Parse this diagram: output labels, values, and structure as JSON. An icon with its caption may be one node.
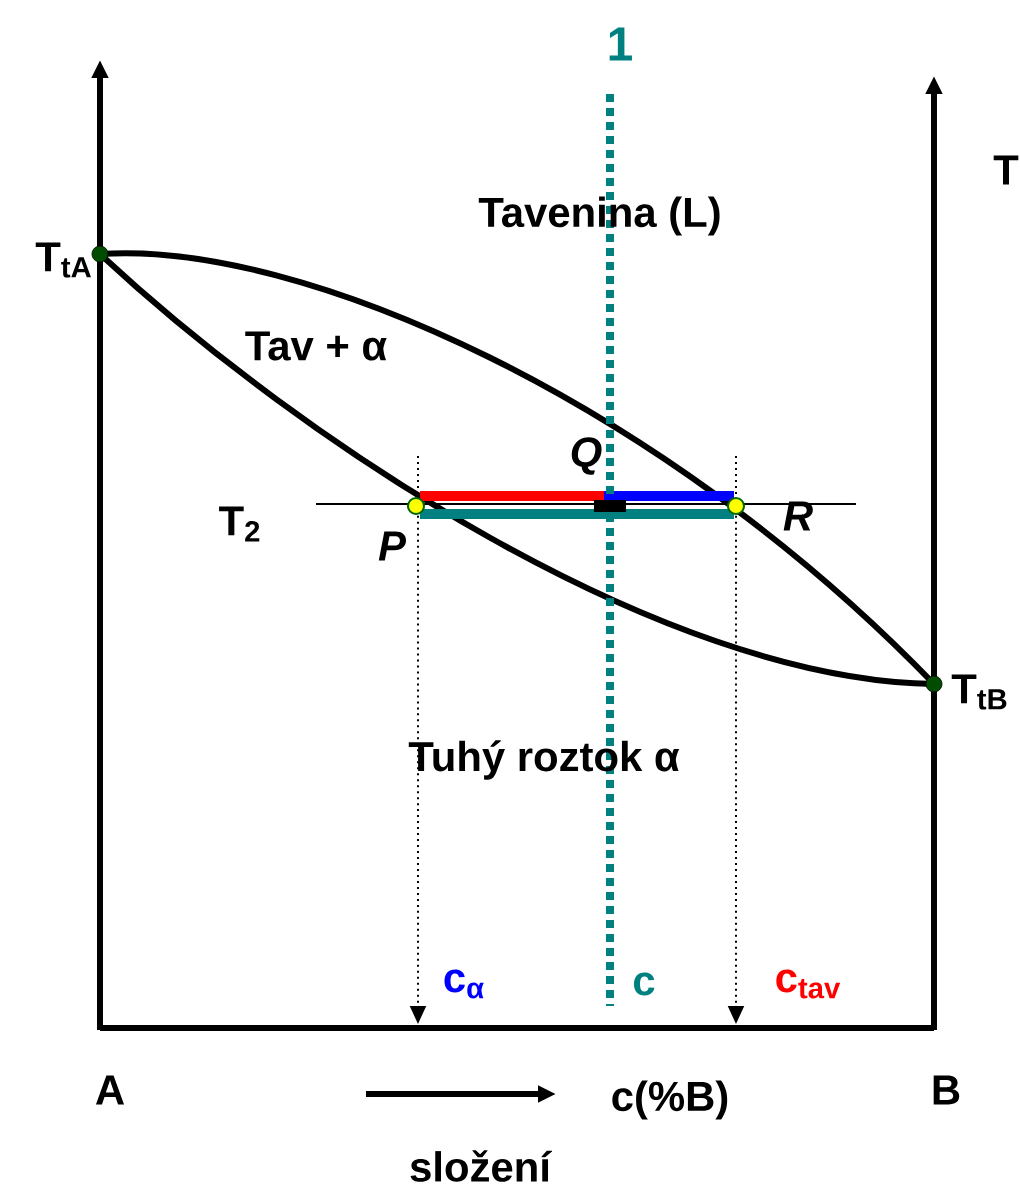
{
  "diagram": {
    "labels": [
      "1",
      "T",
      "Tavenina (L)",
      "T$_{tA}$",
      "Tav + α",
      "Q",
      "T$_{2}$",
      "R",
      "P",
      "T$_{tB}$",
      "Tuhý roztok α",
      "c$_{α}$",
      "c",
      "c$_{tav}$",
      "A",
      "B",
      "c(%B)",
      "složení"
    ]
  }
}
